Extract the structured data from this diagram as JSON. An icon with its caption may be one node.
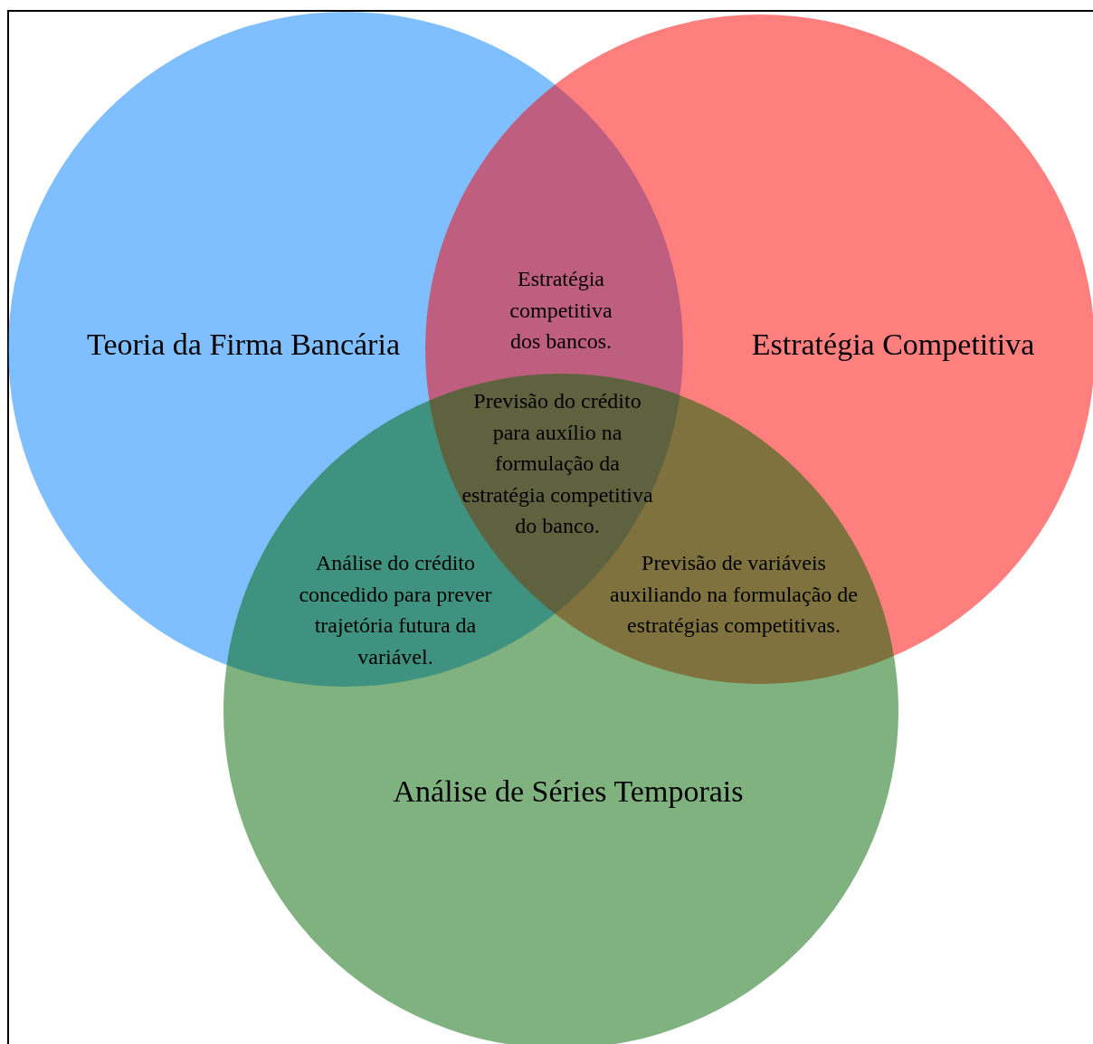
{
  "diagram": {
    "nodes": [
      {
        "text": [
          "Teoria da Firma Bancária"
        ]
      },
      {
        "text": [
          "Estratégia Competitiva"
        ]
      },
      {
        "text": [
          "Análise de Séries Temporais"
        ]
      }
    ],
    "labels": [
      "Estratégia competitiva dos bancos.",
      "Previsão do crédito para auxílio na formulação da estratégia competitiva do banco.",
      "Análise do crédito concedido para prever trajetória futura da variável.",
      "Previsão de variáveis auxiliando na formulação de estratégias competitivas."
    ]
  }
}
